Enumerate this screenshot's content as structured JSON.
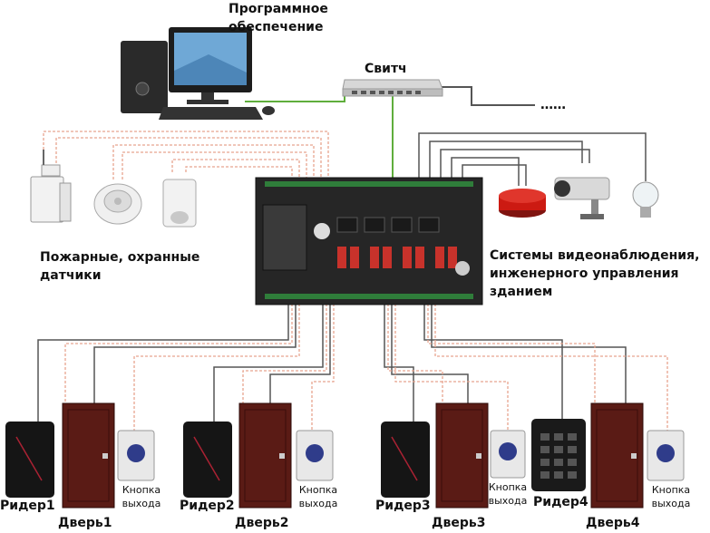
{
  "labels": {
    "software_line1": "Программное",
    "software_line2": "обеспечение",
    "switch": "Свитч",
    "dots": "……",
    "sensors_line1": "Пожарные, охранные",
    "sensors_line2": "датчики",
    "systems_line1": "Системы видеонаблюдения,",
    "systems_line2": "инженерного управления",
    "systems_line3": "зданием"
  },
  "groups": [
    {
      "reader": "Ридер1",
      "door": "Дверь1",
      "button_line1": "Кнопка",
      "button_line2": "выхода"
    },
    {
      "reader": "Ридер2",
      "door": "Дверь2",
      "button_line1": "Кнопка",
      "button_line2": "выхода"
    },
    {
      "reader": "Ридер3",
      "door": "Дверь3",
      "button_line1": "Кнопка",
      "button_line2": "выхода"
    },
    {
      "reader": "Ридер4",
      "door": "Дверь4",
      "button_line1": "Кнопка",
      "button_line2": "выхода"
    }
  ],
  "colors": {
    "network_line": "#5fae3c",
    "signal_line_dashed": "#e7a58f",
    "control_line": "#555555",
    "board": "#262626",
    "door": "#5a1b15",
    "siren": "#cc1a12"
  }
}
